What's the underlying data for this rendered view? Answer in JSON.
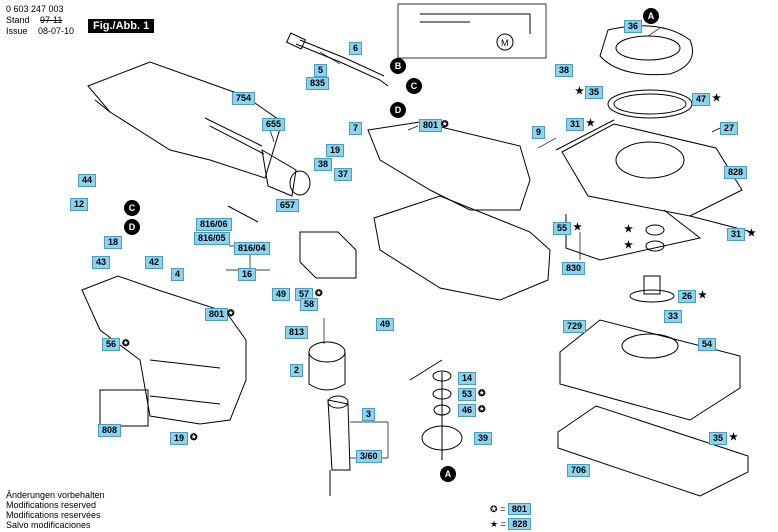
{
  "header": {
    "part_number": "0 603 247 003",
    "stand_label": "Stand",
    "stand_old": "97-11",
    "issue_label": "Issue",
    "issue_date": "08-07-10",
    "figure": "Fig./Abb. 1"
  },
  "footer": {
    "notes": [
      "Änderungen vorbehalten",
      "Modifications reserved",
      "Modifications reservées",
      "Salvo modificaciones"
    ],
    "legend": [
      {
        "symbol": "✪",
        "label": "801"
      },
      {
        "symbol": "★",
        "label": "828"
      }
    ]
  },
  "labels": {
    "p36": "36",
    "p38a": "38",
    "p35a": "35",
    "p47": "47",
    "p27": "27",
    "p31a": "31",
    "p9": "9",
    "p828": "828",
    "p31b": "31",
    "p55": "55",
    "p830": "830",
    "p26": "26",
    "p33": "33",
    "p729": "729",
    "p54": "54",
    "p35b": "35",
    "p706": "706",
    "p6": "6",
    "p5": "5",
    "p835": "835",
    "p754": "754",
    "p655": "655",
    "p7": "7",
    "p801a": "801",
    "p19a": "19",
    "p38b": "38",
    "p37": "37",
    "p657": "657",
    "p44": "44",
    "p12": "12",
    "p18": "18",
    "p43": "43",
    "p42": "42",
    "p4": "4",
    "p816_06": "816/06",
    "p816_05": "816/05",
    "p816_04": "816/04",
    "p16": "16",
    "p49a": "49",
    "p57": "57",
    "p58": "58",
    "p813": "813",
    "p49b": "49",
    "p801b": "801",
    "p56": "56",
    "p2": "2",
    "p3": "3",
    "p3_60": "3/60",
    "p808": "808",
    "p19b": "19",
    "p14": "14",
    "p53": "53",
    "p46": "46",
    "p39": "39"
  },
  "callouts": {
    "a_top": "A",
    "b1": "B",
    "c1": "C",
    "d1": "D",
    "c2": "C",
    "d2": "D",
    "a_bottom": "A"
  },
  "colors": {
    "label_fill": "#8ed3ee",
    "label_border": "#4a9cc0",
    "line": "#000000"
  }
}
